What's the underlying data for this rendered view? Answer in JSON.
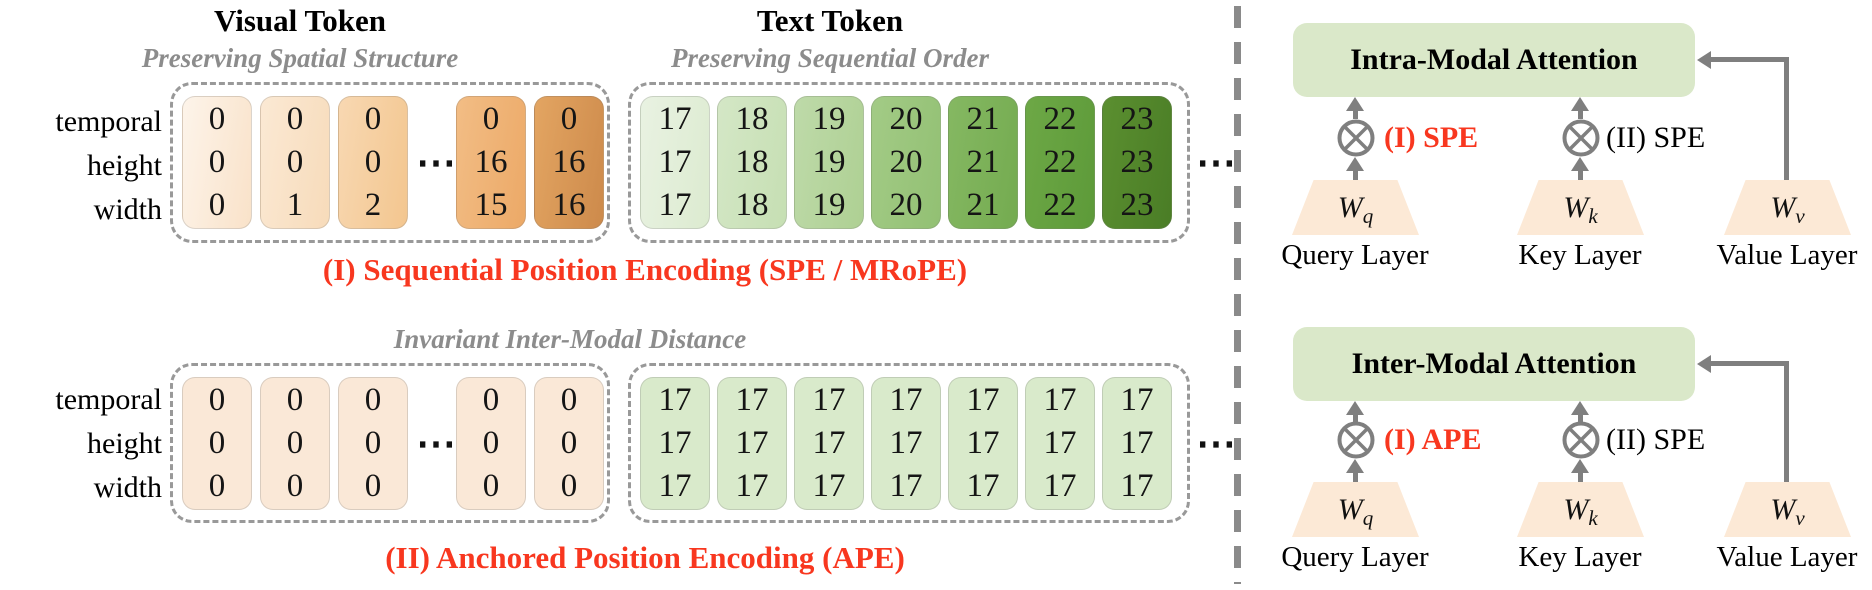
{
  "left": {
    "visual": {
      "title": "Visual Token",
      "subtitle": "Preserving Spatial Structure"
    },
    "text": {
      "title": "Text Token",
      "subtitle": "Preserving Sequential Order"
    },
    "row_labels": [
      "temporal",
      "height",
      "width"
    ],
    "spe": {
      "caption": "(I) Sequential Position Encoding (SPE / MRoPE)",
      "visual_columns": [
        [
          "0",
          "0",
          "0"
        ],
        [
          "0",
          "0",
          "1"
        ],
        [
          "0",
          "0",
          "2"
        ],
        [
          "0",
          "16",
          "15"
        ],
        [
          "0",
          "16",
          "16"
        ]
      ],
      "text_columns": [
        [
          "17",
          "17",
          "17"
        ],
        [
          "18",
          "18",
          "18"
        ],
        [
          "19",
          "19",
          "19"
        ],
        [
          "20",
          "20",
          "20"
        ],
        [
          "21",
          "21",
          "21"
        ],
        [
          "22",
          "22",
          "22"
        ],
        [
          "23",
          "23",
          "23"
        ]
      ],
      "inner_ellipsis": "⋯",
      "outer_ellipsis": "⋯"
    },
    "ape": {
      "subtitle": "Invariant Inter-Modal Distance",
      "caption": "(II) Anchored Position Encoding (APE)",
      "visual_columns": [
        [
          "0",
          "0",
          "0"
        ],
        [
          "0",
          "0",
          "0"
        ],
        [
          "0",
          "0",
          "0"
        ],
        [
          "0",
          "0",
          "0"
        ],
        [
          "0",
          "0",
          "0"
        ]
      ],
      "text_columns": [
        [
          "17",
          "17",
          "17"
        ],
        [
          "17",
          "17",
          "17"
        ],
        [
          "17",
          "17",
          "17"
        ],
        [
          "17",
          "17",
          "17"
        ],
        [
          "17",
          "17",
          "17"
        ],
        [
          "17",
          "17",
          "17"
        ],
        [
          "17",
          "17",
          "17"
        ]
      ],
      "inner_ellipsis": "⋯",
      "outer_ellipsis": "⋯"
    }
  },
  "right": {
    "intra": {
      "title": "Intra-Modal Attention",
      "query_op": "(I) SPE",
      "key_op": "(II) SPE"
    },
    "inter": {
      "title": "Inter-Modal Attention",
      "query_op": "(I) APE",
      "key_op": "(II) SPE"
    },
    "layers": [
      {
        "weight": "W",
        "sub": "q",
        "label": "Query Layer"
      },
      {
        "weight": "W",
        "sub": "k",
        "label": "Key Layer"
      },
      {
        "weight": "W",
        "sub": "v",
        "label": "Value Layer"
      }
    ]
  },
  "colors": {
    "accent_red": "#f8371f",
    "subtitle_gray": "#8c8c8c",
    "dashed_border": "#999999",
    "arrow_gray": "#7f7f7f",
    "attention_box_green": "#dae8c9",
    "trapezoid_peach": "#fce9d6",
    "visual_flat": "#fae8d7",
    "text_flat": "#d9eacb",
    "visual_gradient": [
      [
        "#fdf4ea",
        "#f9e2c9"
      ],
      [
        "#fbe9d4",
        "#f7dbba"
      ],
      [
        "#f8d8b2",
        "#f3c68f"
      ],
      [
        "#f2bd85",
        "#eca967"
      ],
      [
        "#e3a562",
        "#cd8a4b"
      ]
    ],
    "text_gradient": [
      [
        "#e9f2e2",
        "#dcebd0"
      ],
      [
        "#d4e7c6",
        "#c6dfb3"
      ],
      [
        "#bedaa9",
        "#aed093"
      ],
      [
        "#a3cb86",
        "#92c073"
      ],
      [
        "#85b862",
        "#74ab50"
      ],
      [
        "#6da846",
        "#5d9a39"
      ],
      [
        "#5b8f30",
        "#4a7d26"
      ]
    ]
  }
}
